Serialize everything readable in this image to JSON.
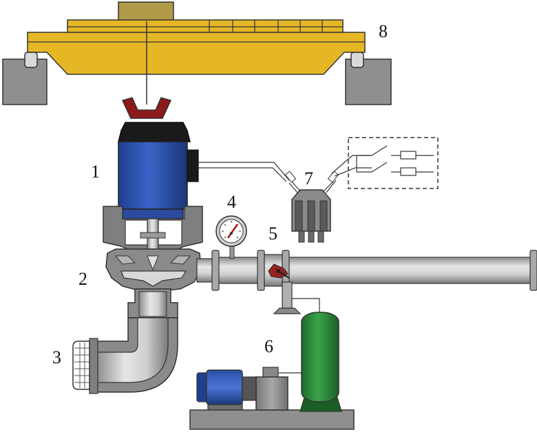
{
  "labels": {
    "motor": "1",
    "pump": "2",
    "inlet_strainer": "3",
    "pressure_gauge": "4",
    "valve": "5",
    "hydraulic_unit": "6",
    "connector": "7",
    "crane": "8"
  },
  "colors": {
    "crane_yellow": "#e5b725",
    "motor_blue": "#2f55b5",
    "steel_gray": "#b9b9b9",
    "dark_gray": "#7f7f7f",
    "tank_green": "#2f8a3c",
    "hook_red": "#8b1a1a",
    "valve_red": "#9a1f1f",
    "outline": "#333333"
  },
  "icons": {
    "gauge": "pressure-gauge-icon",
    "switch": "switch-box-icon",
    "hook": "crane-hook-icon"
  }
}
